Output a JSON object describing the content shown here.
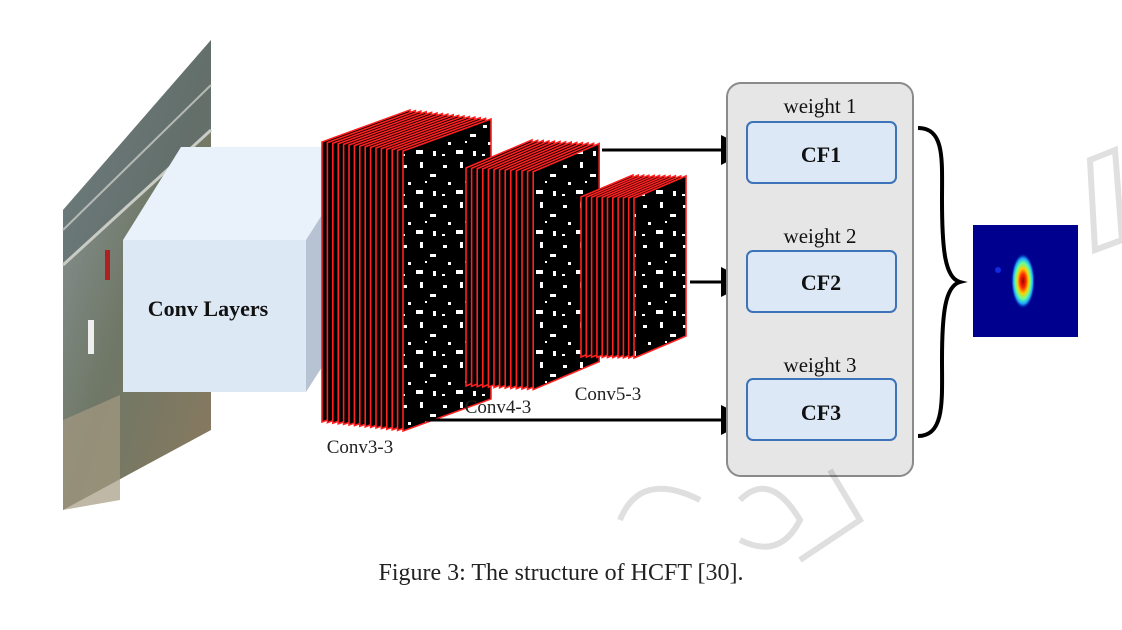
{
  "diagram": {
    "input_box_label": "Conv Layers",
    "feature_maps": [
      {
        "label": "Conv3-3"
      },
      {
        "label": "Conv4-3"
      },
      {
        "label": "Conv5-3"
      }
    ],
    "filters": [
      {
        "weight_label": "weight 1",
        "name": "CF1"
      },
      {
        "weight_label": "weight 2",
        "name": "CF2"
      },
      {
        "weight_label": "weight 3",
        "name": "CF3"
      }
    ],
    "colors": {
      "cube_front": "#dde8f5",
      "cube_side": "#b7c3d2",
      "cube_top": "#e9f1fa",
      "feature_map_edge": "#ff2020",
      "panel_bg": "#e6e6e6",
      "filter_box_bg": "#dce8f5",
      "filter_box_border": "#3d73b8",
      "response_bg": "#00008f"
    }
  },
  "caption": "Figure 3: The structure of HCFT [30]."
}
